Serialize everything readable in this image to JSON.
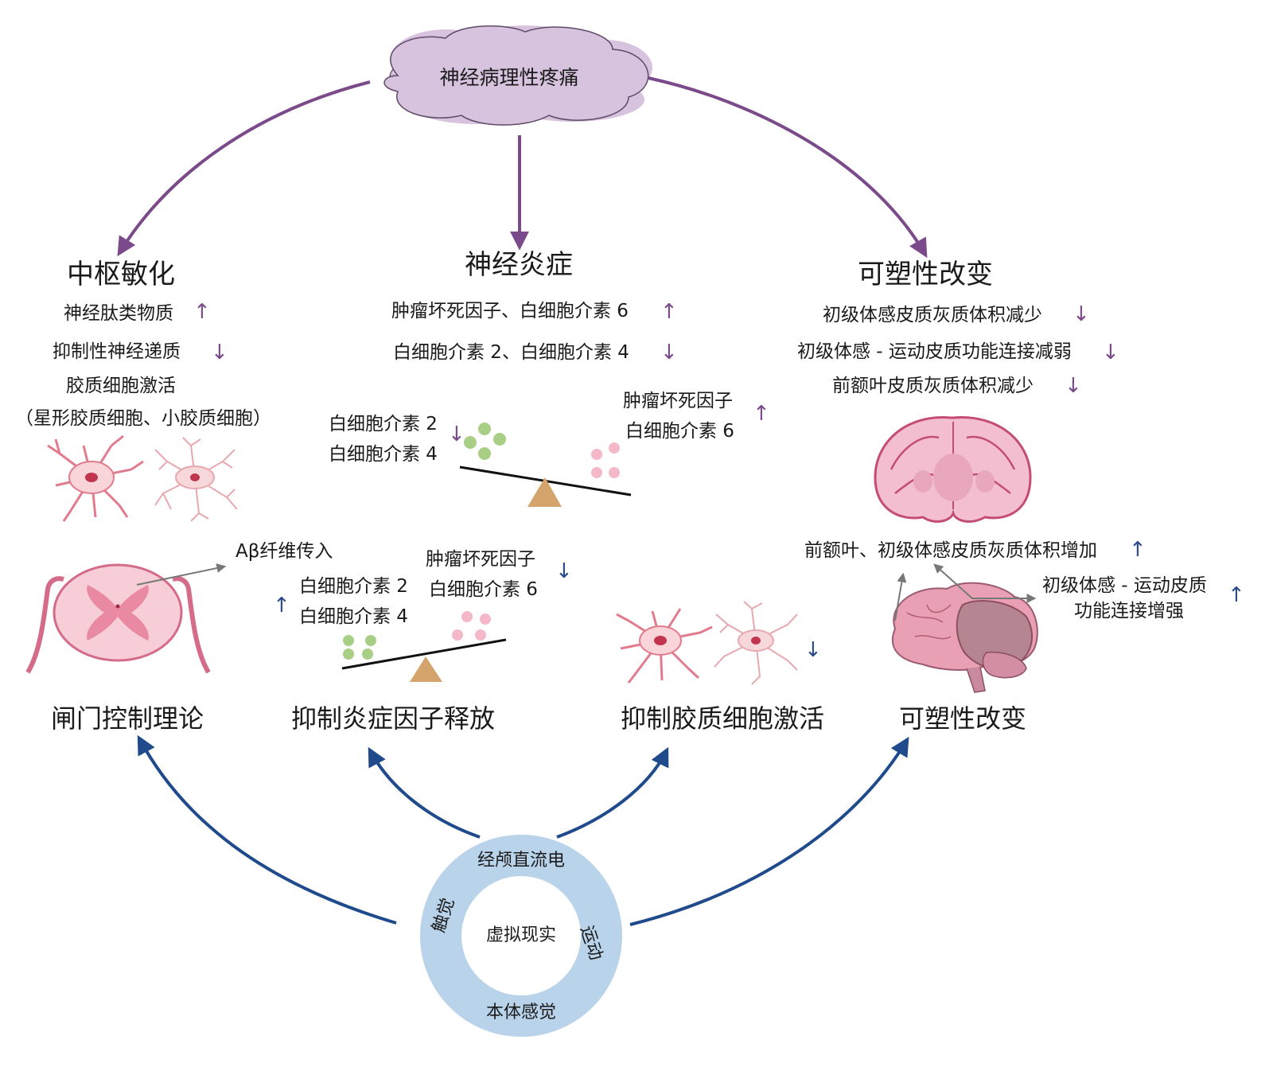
{
  "center_top": {
    "label": "神经病理性疼痛"
  },
  "top_row": {
    "central_sensitization": {
      "title": "中枢敏化",
      "items": [
        "神经肽类物质",
        "抑制性神经递质",
        "胶质细胞激活",
        "（星形胶质细胞、小胶质细胞）"
      ]
    },
    "neuroinflammation": {
      "title": "神经炎症",
      "items": [
        "肿瘤坏死因子、白细胞介素 6",
        "白细胞介素 2、白细胞介素 4"
      ],
      "seesaw_left": [
        "白细胞介素 2",
        "白细胞介素 4"
      ],
      "seesaw_right": [
        "肿瘤坏死因子",
        "白细胞介素 6"
      ]
    },
    "plasticity": {
      "title": "可塑性改变",
      "items": [
        "初级体感皮质灰质体积减少",
        "初级体感 - 运动皮质功能连接减弱",
        "前额叶皮质灰质体积减少"
      ]
    }
  },
  "bottom_row": {
    "gate_control": {
      "title": "闸门控制理论",
      "fiber_label": "Aβ纤维传入"
    },
    "inhibit_inflammation": {
      "title": "抑制炎症因子释放",
      "left_labels": [
        "白细胞介素 2",
        "白细胞介素 4"
      ],
      "right_labels": [
        "肿瘤坏死因子",
        "白细胞介素 6"
      ]
    },
    "inhibit_glia": {
      "title": "抑制胶质细胞激活"
    },
    "plasticity": {
      "title": "可塑性改变",
      "item1": "前额叶、初级体感皮质灰质体积增加",
      "item2_line1": "初级体感 - 运动皮质",
      "item2_line2": "功能连接增强"
    }
  },
  "ring": {
    "center": "虚拟现实",
    "top": "经颅直流电",
    "left": "触觉",
    "right": "运动",
    "bottom": "本体感觉"
  },
  "symbols": {
    "up": "↑",
    "down": "↓"
  },
  "colors": {
    "purple_arrow": "#7b4a8a",
    "blue_arrow": "#1f4a8c",
    "cloud": "#d8c3df",
    "ring": "#b9d3ea",
    "green_dot": "#a9cf86",
    "pink_dot": "#f5b8c8",
    "fulcrum": "#d4a46c",
    "cell_pink": "#e8899a",
    "brain_pink": "#e9a7bd"
  }
}
